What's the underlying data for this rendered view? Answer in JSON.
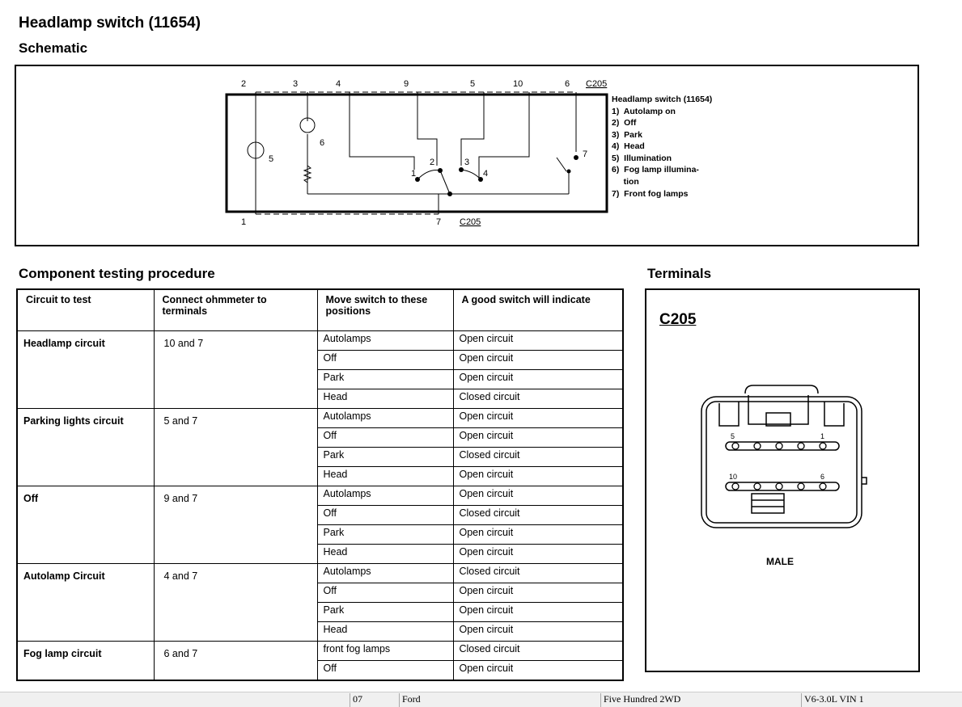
{
  "title": "Headlamp switch (11654)",
  "schematic": {
    "heading": "Schematic",
    "pins_top": [
      "2",
      "3",
      "4",
      "9",
      "5",
      "10",
      "6"
    ],
    "connector_top": "C205",
    "pins_bottom": [
      "1",
      "7"
    ],
    "connector_bottom": "C205",
    "component_labels": [
      "5",
      "6",
      "1",
      "2",
      "3",
      "4",
      "7"
    ],
    "legend_title": "Headlamp switch (11654)",
    "legend": [
      "1)  Autolamp on",
      "2)  Off",
      "3)  Park",
      "4)  Head",
      "5)  Illumination",
      "6)  Fog lamp illumina-",
      "     tion",
      "7)  Front fog lamps"
    ]
  },
  "testing": {
    "heading": "Component testing procedure",
    "headers": [
      "Circuit to test",
      "Connect ohmmeter to terminals",
      "Move switch to these positions",
      "A good switch will indicate"
    ],
    "groups": [
      {
        "circuit": "Headlamp circuit",
        "terminals": "10 and 7",
        "rows": [
          [
            "Autolamps",
            "Open circuit"
          ],
          [
            "Off",
            "Open circuit"
          ],
          [
            "Park",
            "Open circuit"
          ],
          [
            "Head",
            "Closed circuit"
          ]
        ]
      },
      {
        "circuit": "Parking lights circuit",
        "terminals": "5 and 7",
        "rows": [
          [
            "Autolamps",
            "Open circuit"
          ],
          [
            "Off",
            "Open circuit"
          ],
          [
            "Park",
            "Closed circuit"
          ],
          [
            "Head",
            "Open circuit"
          ]
        ]
      },
      {
        "circuit": "Off",
        "terminals": "9 and 7",
        "rows": [
          [
            "Autolamps",
            "Open circuit"
          ],
          [
            "Off",
            "Closed circuit"
          ],
          [
            "Park",
            "Open circuit"
          ],
          [
            "Head",
            "Open circuit"
          ]
        ]
      },
      {
        "circuit": "Autolamp Circuit",
        "terminals": "4 and 7",
        "rows": [
          [
            "Autolamps",
            "Closed circuit"
          ],
          [
            "Off",
            "Open circuit"
          ],
          [
            "Park",
            "Open circuit"
          ],
          [
            "Head",
            "Open circuit"
          ]
        ]
      },
      {
        "circuit": "Fog lamp circuit",
        "terminals": "6 and 7",
        "rows": [
          [
            "front fog lamps",
            "Closed circuit"
          ],
          [
            "Off",
            "Open circuit"
          ]
        ]
      }
    ]
  },
  "terminals": {
    "heading": "Terminals",
    "connector": "C205",
    "pin_labels": [
      "5",
      "1",
      "10",
      "6"
    ],
    "gender": "MALE"
  },
  "footer": [
    "07",
    "Ford",
    "Five Hundred 2WD",
    "V6-3.0L VIN 1"
  ]
}
